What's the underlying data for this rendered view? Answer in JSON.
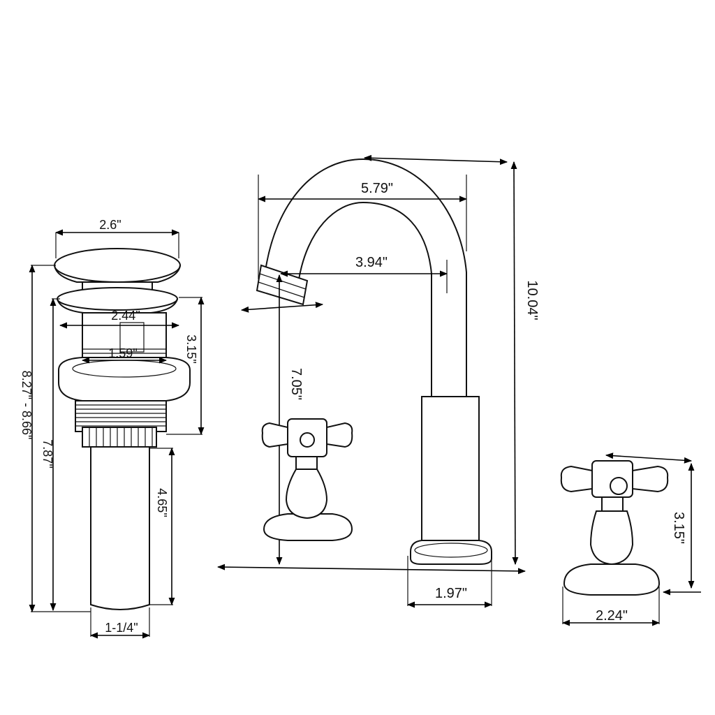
{
  "drain": {
    "cap_diameter": "2.6\"",
    "flange_diameter": "2.44\"",
    "body_diameter": "1.59\"",
    "body_height": "3.15\"",
    "total_length": "8.27\" - 8.66\"",
    "length_below_cap": "7.87\"",
    "tail_length": "4.65\"",
    "tail_diameter": "1-1/4\""
  },
  "faucet": {
    "spout_reach": "5.79\"",
    "spout_inner_reach": "3.94\"",
    "spout_height": "7.05\"",
    "total_height": "10.04\"",
    "base_diameter": "1.97\""
  },
  "handle": {
    "height": "3.15\"",
    "base_diameter": "2.24\""
  }
}
